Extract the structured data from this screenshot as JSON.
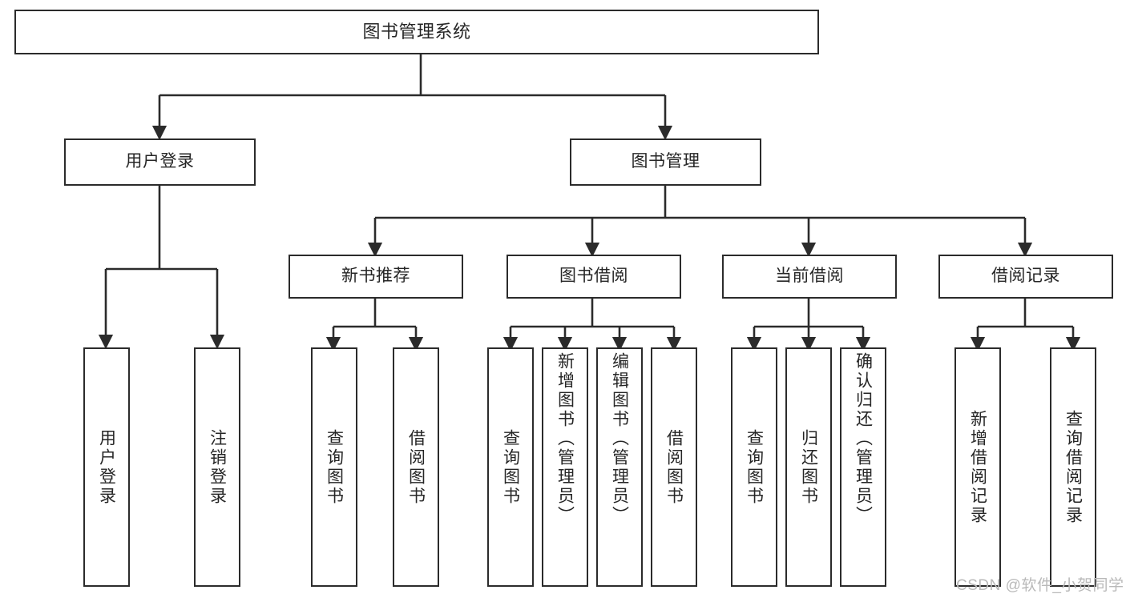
{
  "diagram": {
    "title": "图书管理系统",
    "type": "tree",
    "colors": {
      "stroke": "#2b2b2b",
      "fill": "#ffffff",
      "text": "#262626",
      "watermark": "#b9b9b9"
    },
    "root": {
      "label": "图书管理系统"
    },
    "level1": [
      {
        "label": "用户登录"
      },
      {
        "label": "图书管理"
      }
    ],
    "level2": [
      {
        "label": "新书推荐"
      },
      {
        "label": "图书借阅"
      },
      {
        "label": "当前借阅"
      },
      {
        "label": "借阅记录"
      }
    ],
    "leaves_user_login": [
      {
        "label": "用户登录",
        "align": "center"
      },
      {
        "label": "注销登录",
        "align": "center"
      }
    ],
    "leaves_new_book": [
      {
        "label": "查询图书",
        "align": "center"
      },
      {
        "label": "借阅图书",
        "align": "center"
      }
    ],
    "leaves_borrow": [
      {
        "label": "查询图书",
        "align": "center"
      },
      {
        "label": "新增图书（管理员）",
        "align": "top"
      },
      {
        "label": "编辑图书（管理员）",
        "align": "top"
      },
      {
        "label": "借阅图书",
        "align": "center"
      }
    ],
    "leaves_current": [
      {
        "label": "查询图书",
        "align": "center"
      },
      {
        "label": "归还图书",
        "align": "center"
      },
      {
        "label": "确认归还（管理员）",
        "align": "top"
      }
    ],
    "leaves_records": [
      {
        "label": "新增借阅记录",
        "align": "center"
      },
      {
        "label": "查询借阅记录",
        "align": "center"
      }
    ],
    "watermark": "CSDN @软件_小贺同学"
  }
}
